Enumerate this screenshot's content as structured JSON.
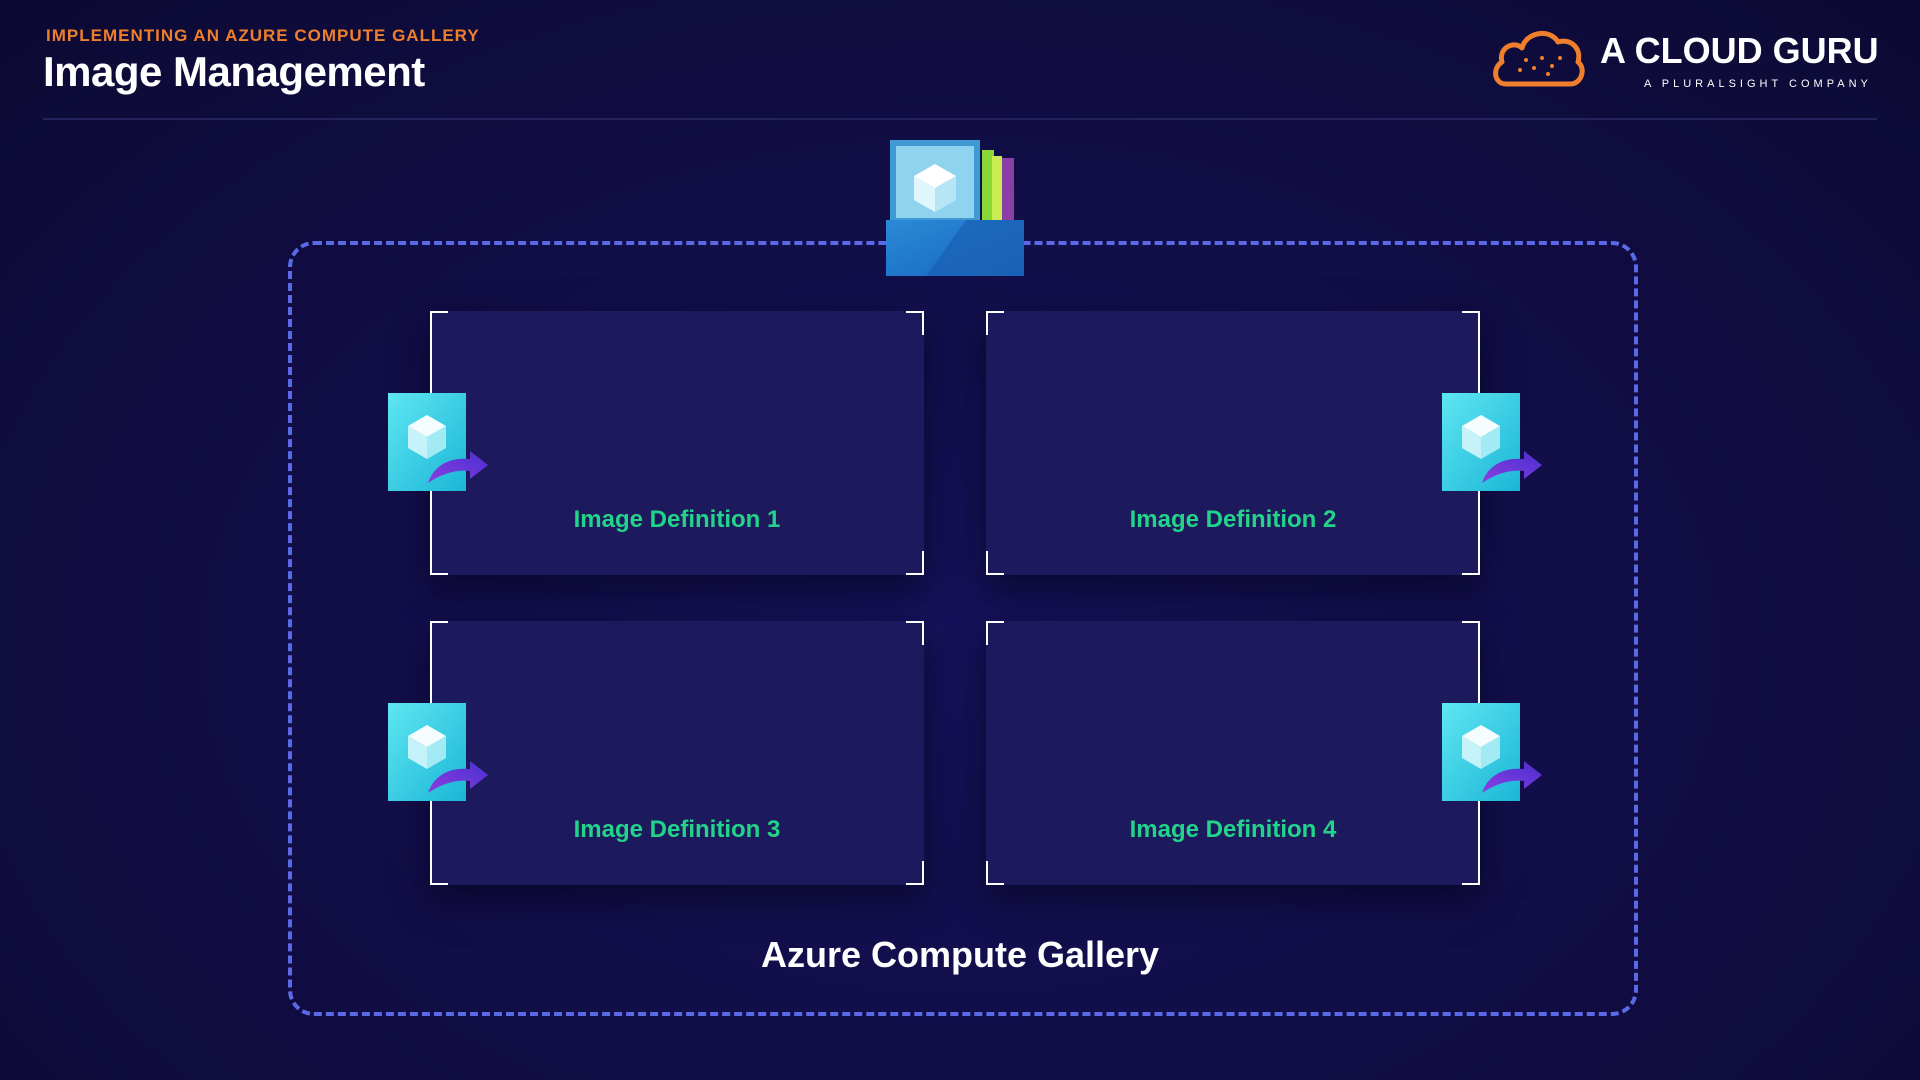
{
  "header": {
    "eyebrow": "IMPLEMENTING AN AZURE COMPUTE GALLERY",
    "title": "Image Management"
  },
  "logo": {
    "name": "A CLOUD GURU",
    "tagline": "A PLURALSIGHT COMPANY",
    "icon": "cloud-icon"
  },
  "diagram": {
    "gallery_label": "Azure Compute Gallery",
    "gallery_icon": "compute-gallery-icon",
    "definitions": [
      {
        "label": "Image Definition 1",
        "icon": "vm-image-icon"
      },
      {
        "label": "Image Definition 2",
        "icon": "vm-image-icon"
      },
      {
        "label": "Image Definition 3",
        "icon": "vm-image-icon"
      },
      {
        "label": "Image Definition 4",
        "icon": "vm-image-icon"
      }
    ]
  },
  "colors": {
    "background": "#110d45",
    "accent_orange": "#f07f2c",
    "label_green": "#22d48a",
    "dashed_border": "#5a6ae6",
    "card": "#1c1a5c",
    "arrow_purple": "#6b34d8"
  }
}
